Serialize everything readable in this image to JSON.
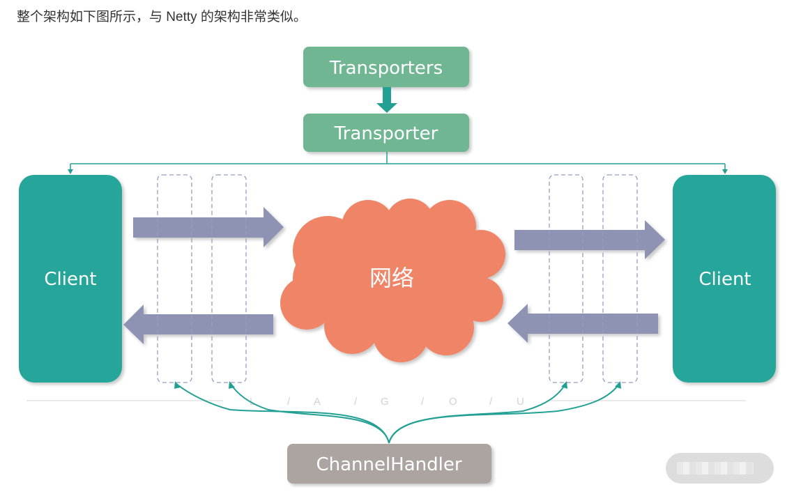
{
  "intro_text": "整个架构如下图所示，与 Netty 的架构非常类似。",
  "diagram": {
    "nodes": {
      "transporters": "Transporters",
      "transporter": "Transporter",
      "client_left": "Client",
      "client_right": "Client",
      "network": "网络",
      "channel_handler": "ChannelHandler"
    },
    "watermark_letters": [
      "L",
      "/",
      "A",
      "/",
      "G",
      "/",
      "O",
      "/",
      "U"
    ],
    "colors": {
      "transporter_box": "#70b693",
      "client_box": "#26a69a",
      "network_cloud": "#f08466",
      "handler_box": "#aca4a0",
      "flow_arrow": "#8f93b3",
      "connector": "#22a094",
      "dashed_channel": "#9a9cc0"
    }
  },
  "badge": {
    "icon": "blurred-badge"
  }
}
